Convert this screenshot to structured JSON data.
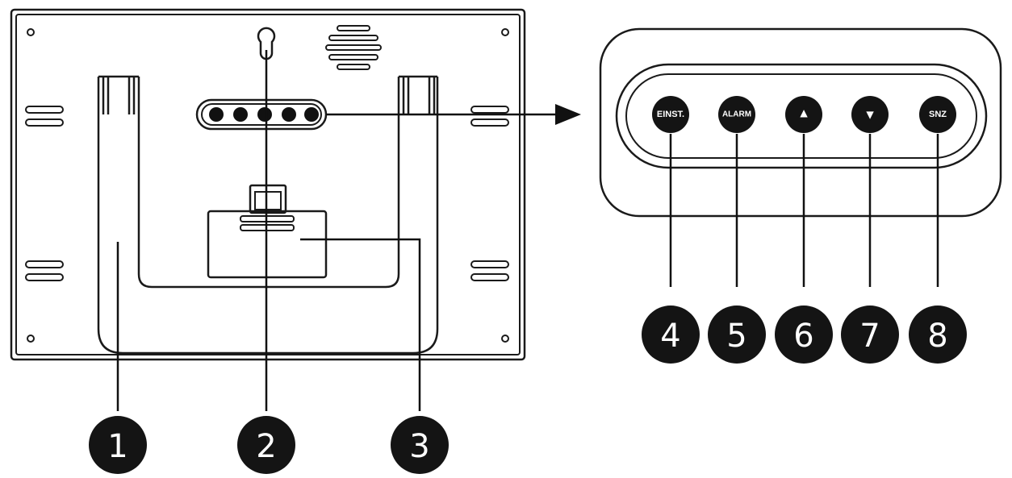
{
  "device": {
    "buttons": [
      {
        "label": "EINST.",
        "number": "4"
      },
      {
        "label": "ALARM",
        "number": "5"
      },
      {
        "label": "▲",
        "number": "6"
      },
      {
        "label": "▼",
        "number": "7"
      },
      {
        "label": "SNZ",
        "number": "8"
      }
    ],
    "callouts": [
      {
        "number": "1",
        "target": "stand"
      },
      {
        "number": "2",
        "target": "wall-mount-hole"
      },
      {
        "number": "3",
        "target": "battery-compartment"
      }
    ]
  }
}
